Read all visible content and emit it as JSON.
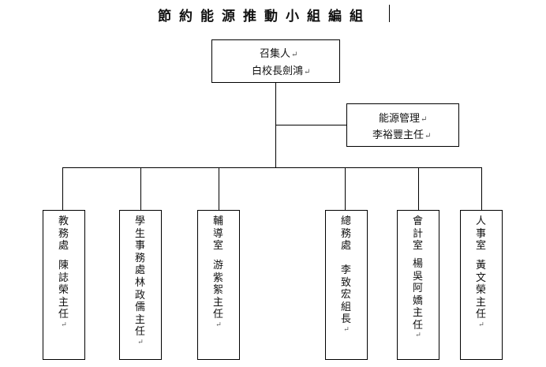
{
  "title": "節約能源推動小組編組",
  "convener": {
    "role": "召集人",
    "name": "白校長劍鴻"
  },
  "energy_manager": {
    "role": "能源管理",
    "name": "李裕豐主任"
  },
  "units": [
    {
      "col1": "教務處",
      "col2": "陳誌榮主任"
    },
    {
      "col1": "學生事務處",
      "col2": "林政儒主任"
    },
    {
      "col1": "輔導室",
      "col2": "游紫絮主任"
    },
    {
      "col1": "總務處",
      "col2": "李致宏組長"
    },
    {
      "col1": "會計室",
      "col2": "楊吳阿嬌主任"
    },
    {
      "col1": "人事室",
      "col2": "黃文榮主任"
    }
  ],
  "para_mark": "↵"
}
